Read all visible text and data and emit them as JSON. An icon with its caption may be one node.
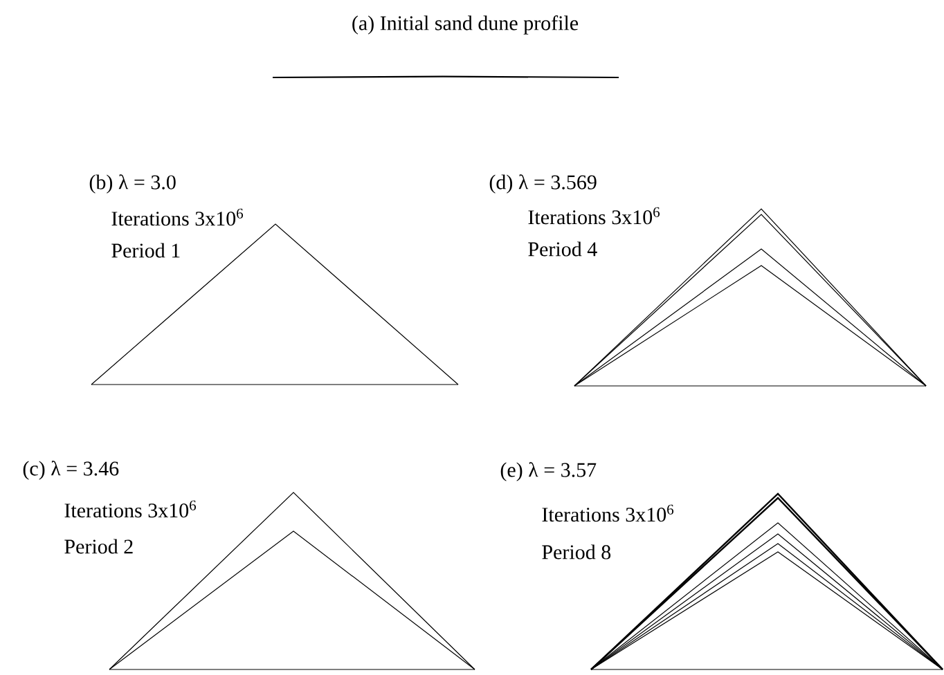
{
  "diagram": {
    "labels": [
      "(a) Initial sand dune profile",
      "(b) λ = 3.0",
      "Iterations 3x10$^{6}$",
      "Period 1",
      "(d) λ = 3.569",
      "Iterations 3x10$^{6}$",
      "Period 4",
      "(c) λ = 3.46",
      "Iterations 3x10$^{6}$",
      "Period 2",
      "(e) λ = 3.57",
      "Iterations 3x10$^{6}$",
      "Period 8"
    ]
  }
}
